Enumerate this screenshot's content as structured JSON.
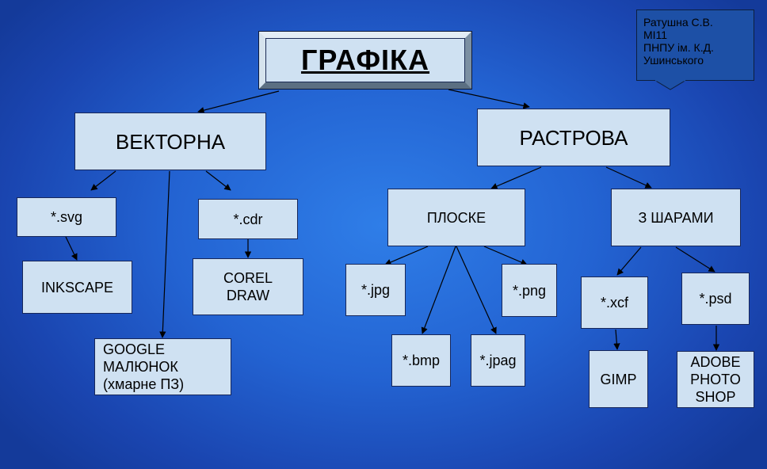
{
  "title": "ГРАФІКА",
  "author_note": "Ратушна С.В.\nМІ11\nПНПУ ім. К.Д.\nУшинського",
  "nodes": {
    "vector": "ВЕКТОРНА",
    "raster": "РАСТРОВА",
    "svg": "*.svg",
    "cdr": "*.cdr",
    "inkscape": "INKSCAPE",
    "corel_draw": "COREL\nDRAW",
    "google_drawing": "GOOGLE\nМАЛЮНОК\n(хмарне ПЗ)",
    "flat": "ПЛОСКЕ",
    "layered": "З ШАРАМИ",
    "jpg": "*.jpg",
    "png": "*.png",
    "bmp": "*.bmp",
    "jpag": "*.jpag",
    "xcf": "*.xcf",
    "psd": "*.psd",
    "gimp": "GIMP",
    "adobe_photoshop": "ADOBE\nPHOTO\nSHOP"
  },
  "colors": {
    "background": "#2363d2",
    "box_fill": "#cfe1f2",
    "callout_fill": "#1d50a6",
    "line": "#000000"
  }
}
